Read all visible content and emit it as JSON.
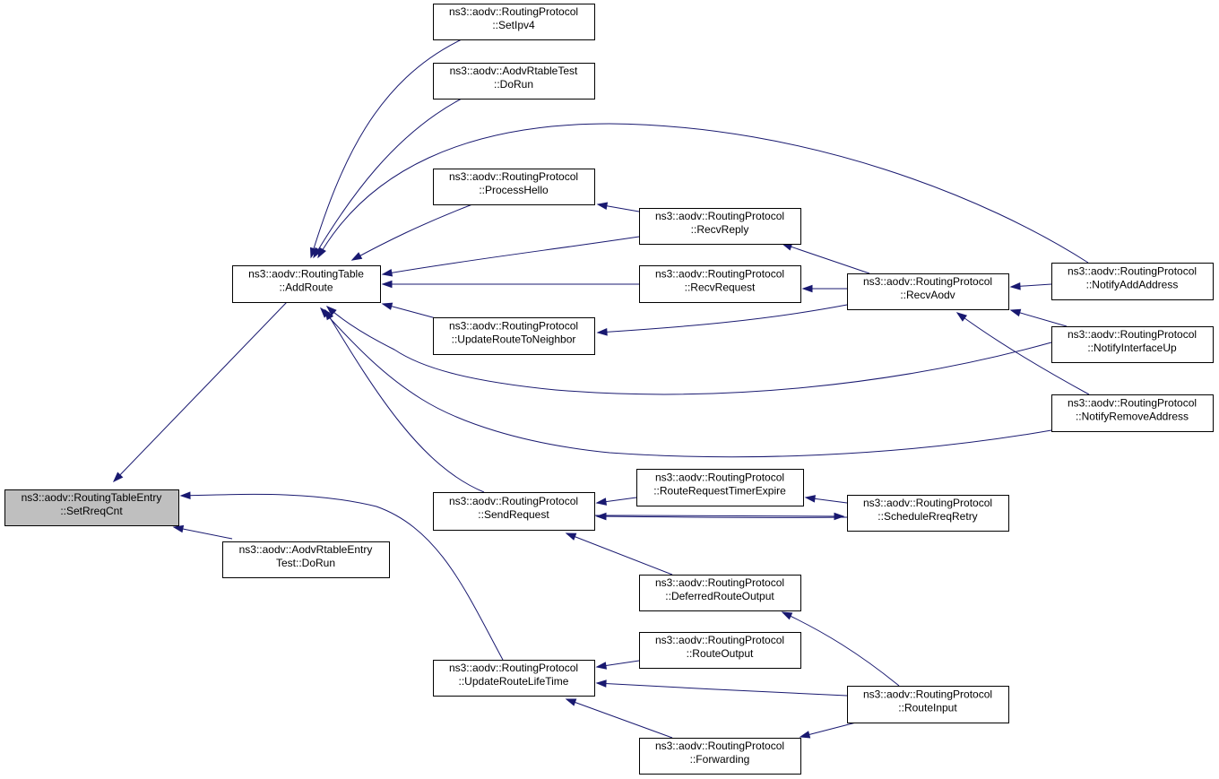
{
  "colors": {
    "edge": "#191970",
    "node_border": "#000000",
    "node_fill": "#ffffff",
    "focus_fill": "#bfbfbf"
  },
  "nodes": {
    "setrreqcnt": {
      "lines": [
        "ns3::aodv::RoutingTableEntry",
        "::SetRreqCnt"
      ],
      "focus": true
    },
    "addroute": {
      "lines": [
        "ns3::aodv::RoutingTable",
        "::AddRoute"
      ]
    },
    "rtableentrytest": {
      "lines": [
        "ns3::aodv::AodvRtableEntry",
        "Test::DoRun"
      ]
    },
    "setipv4": {
      "lines": [
        "ns3::aodv::RoutingProtocol",
        "::SetIpv4"
      ]
    },
    "rtabletest": {
      "lines": [
        "ns3::aodv::AodvRtableTest",
        "::DoRun"
      ]
    },
    "processhello": {
      "lines": [
        "ns3::aodv::RoutingProtocol",
        "::ProcessHello"
      ]
    },
    "updateroutetoneighbor": {
      "lines": [
        "ns3::aodv::RoutingProtocol",
        "::UpdateRouteToNeighbor"
      ]
    },
    "sendrequest": {
      "lines": [
        "ns3::aodv::RoutingProtocol",
        "::SendRequest"
      ]
    },
    "updateroutelifetime": {
      "lines": [
        "ns3::aodv::RoutingProtocol",
        "::UpdateRouteLifeTime"
      ]
    },
    "recvreply": {
      "lines": [
        "ns3::aodv::RoutingProtocol",
        "::RecvReply"
      ]
    },
    "recvrequest": {
      "lines": [
        "ns3::aodv::RoutingProtocol",
        "::RecvRequest"
      ]
    },
    "routerequesttimerexpire": {
      "lines": [
        "ns3::aodv::RoutingProtocol",
        "::RouteRequestTimerExpire"
      ]
    },
    "deferredrouteoutput": {
      "lines": [
        "ns3::aodv::RoutingProtocol",
        "::DeferredRouteOutput"
      ]
    },
    "routeoutput": {
      "lines": [
        "ns3::aodv::RoutingProtocol",
        "::RouteOutput"
      ]
    },
    "forwarding": {
      "lines": [
        "ns3::aodv::RoutingProtocol",
        "::Forwarding"
      ]
    },
    "recvaodv": {
      "lines": [
        "ns3::aodv::RoutingProtocol",
        "::RecvAodv"
      ]
    },
    "schedulerreqretry": {
      "lines": [
        "ns3::aodv::RoutingProtocol",
        "::ScheduleRreqRetry"
      ]
    },
    "routeinput": {
      "lines": [
        "ns3::aodv::RoutingProtocol",
        "::RouteInput"
      ]
    },
    "notifyaddaddress": {
      "lines": [
        "ns3::aodv::RoutingProtocol",
        "::NotifyAddAddress"
      ]
    },
    "notifyinterfaceup": {
      "lines": [
        "ns3::aodv::RoutingProtocol",
        "::NotifyInterfaceUp"
      ]
    },
    "notifyremoveaddress": {
      "lines": [
        "ns3::aodv::RoutingProtocol",
        "::NotifyRemoveAddress"
      ]
    }
  },
  "edges": [
    {
      "from": "addroute",
      "to": "setrreqcnt"
    },
    {
      "from": "rtableentrytest",
      "to": "setrreqcnt"
    },
    {
      "from": "updateroutelifetime",
      "to": "setrreqcnt"
    },
    {
      "from": "setipv4",
      "to": "addroute"
    },
    {
      "from": "rtabletest",
      "to": "addroute"
    },
    {
      "from": "processhello",
      "to": "addroute"
    },
    {
      "from": "recvreply",
      "to": "addroute"
    },
    {
      "from": "recvrequest",
      "to": "addroute"
    },
    {
      "from": "updateroutetoneighbor",
      "to": "addroute"
    },
    {
      "from": "sendrequest",
      "to": "addroute"
    },
    {
      "from": "notifyaddaddress",
      "to": "addroute"
    },
    {
      "from": "notifyinterfaceup",
      "to": "addroute"
    },
    {
      "from": "notifyremoveaddress",
      "to": "addroute"
    },
    {
      "from": "recvreply",
      "to": "processhello"
    },
    {
      "from": "recvaodv",
      "to": "recvreply"
    },
    {
      "from": "recvaodv",
      "to": "recvrequest"
    },
    {
      "from": "recvaodv",
      "to": "updateroutetoneighbor"
    },
    {
      "from": "notifyaddaddress",
      "to": "recvaodv"
    },
    {
      "from": "notifyinterfaceup",
      "to": "recvaodv"
    },
    {
      "from": "notifyremoveaddress",
      "to": "recvaodv"
    },
    {
      "from": "routerequesttimerexpire",
      "to": "sendrequest"
    },
    {
      "from": "schedulerreqretry",
      "to": "sendrequest"
    },
    {
      "from": "deferredrouteoutput",
      "to": "sendrequest"
    },
    {
      "from": "sendrequest",
      "to": "schedulerreqretry"
    },
    {
      "from": "schedulerreqretry",
      "to": "routerequesttimerexpire"
    },
    {
      "from": "routeinput",
      "to": "deferredrouteoutput"
    },
    {
      "from": "routeoutput",
      "to": "updateroutelifetime"
    },
    {
      "from": "routeinput",
      "to": "updateroutelifetime"
    },
    {
      "from": "forwarding",
      "to": "updateroutelifetime"
    },
    {
      "from": "routeinput",
      "to": "forwarding"
    }
  ]
}
